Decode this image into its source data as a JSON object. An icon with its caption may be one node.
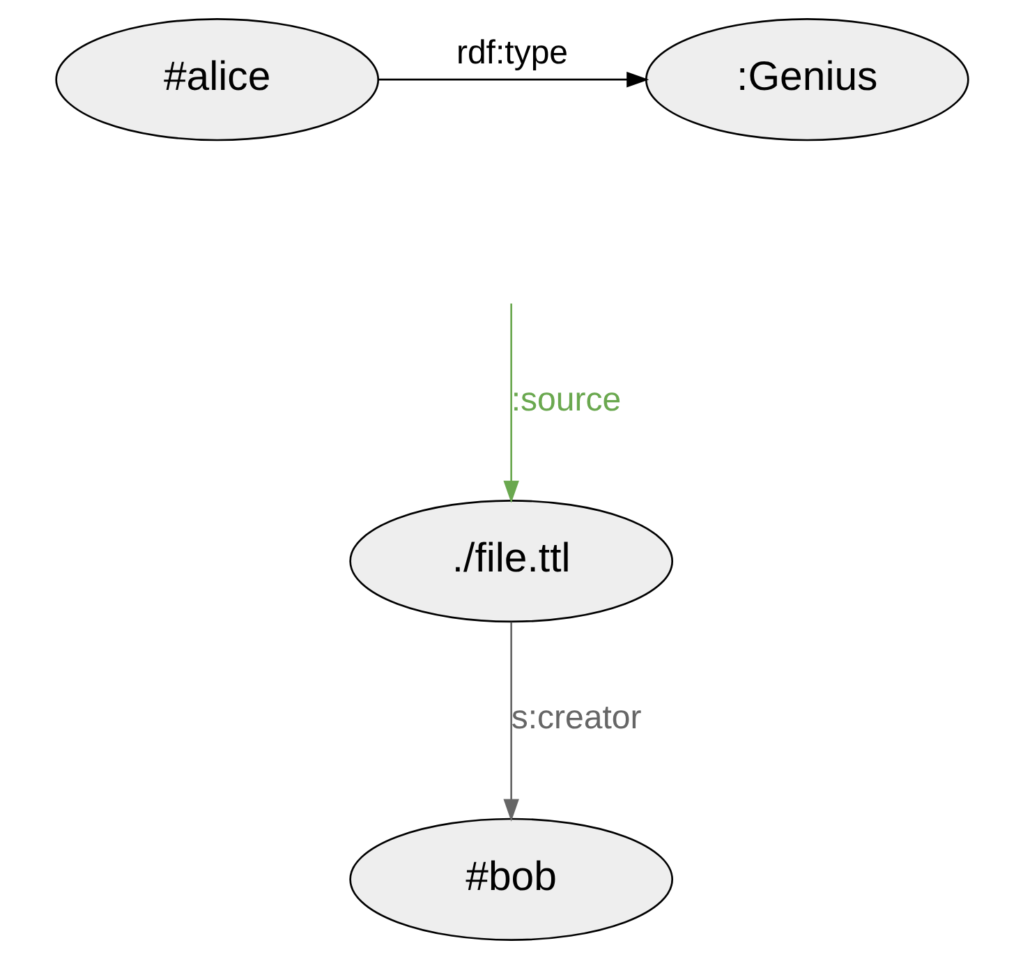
{
  "diagram": {
    "nodes": [
      {
        "text": [
          "#alice"
        ]
      },
      {
        "text": [
          ":Genius"
        ]
      },
      {
        "text": [
          "./file.ttl"
        ]
      },
      {
        "text": [
          "#bob"
        ]
      }
    ],
    "edges": [
      {
        "from": 0,
        "to": 1,
        "arrow": "to",
        "label": "rdf:type"
      },
      {
        "from": null,
        "to": 2,
        "arrow": "to",
        "label": ":source",
        "color": "#6aa84f"
      },
      {
        "from": 2,
        "to": 3,
        "arrow": "to",
        "label": "s:creator",
        "color": "#666666"
      }
    ]
  }
}
